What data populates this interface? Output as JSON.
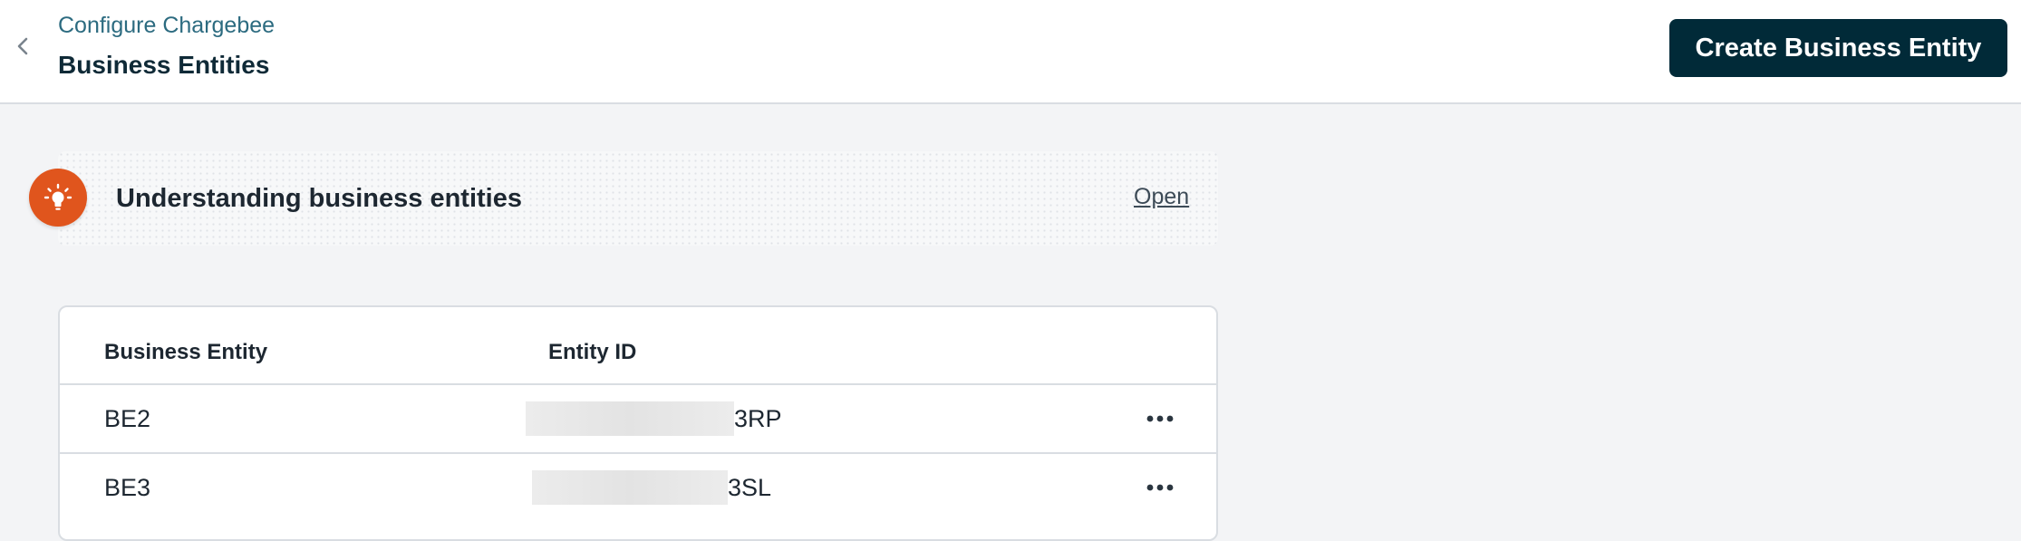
{
  "header": {
    "breadcrumb": "Configure Chargebee",
    "title": "Business Entities",
    "create_button": "Create Business Entity",
    "back_icon": "chevron-left-icon"
  },
  "banner": {
    "icon": "lightbulb-icon",
    "title": "Understanding business entities",
    "link": "Open",
    "icon_color": "#e0551d"
  },
  "table": {
    "columns": [
      "Business Entity",
      "Entity ID"
    ],
    "rows": [
      {
        "name": "BE2",
        "id_visible": "3RP"
      },
      {
        "name": "BE3",
        "id_visible": "3SL"
      }
    ]
  },
  "colors": {
    "primary_button": "#012a38",
    "breadcrumb_link": "#2c6b80",
    "page_background": "#f3f4f6"
  }
}
